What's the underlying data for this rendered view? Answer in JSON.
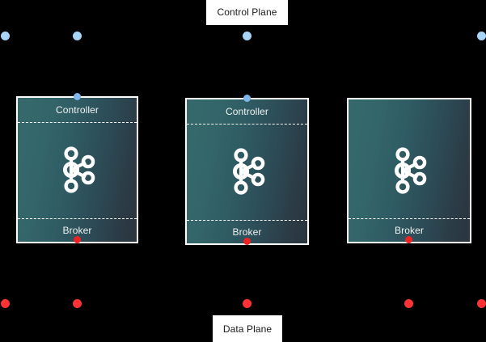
{
  "diagram": {
    "title_top": "Control Plane",
    "title_bottom": "Data Plane",
    "colors": {
      "background": "#000000",
      "control_dot": "#a8d4f8",
      "data_dot": "#ff3333",
      "node_border": "#ffffff",
      "node_gradient_start": "#35696b",
      "node_gradient_end": "#2b353e",
      "label_bg": "#ffffff",
      "label_text": "#1a1a1a",
      "band_text": "#f0f2f2"
    },
    "nodes": [
      {
        "id": "node-1",
        "controller_label": "Controller",
        "broker_label": "Broker",
        "has_controller": true,
        "icon": "kafka-logo"
      },
      {
        "id": "node-2",
        "controller_label": "Controller",
        "broker_label": "Broker",
        "has_controller": true,
        "icon": "kafka-logo"
      },
      {
        "id": "node-3",
        "controller_label": "",
        "broker_label": "Broker",
        "has_controller": false,
        "icon": "kafka-logo"
      }
    ],
    "control_plane_dots": 4,
    "data_plane_dots": 5
  }
}
